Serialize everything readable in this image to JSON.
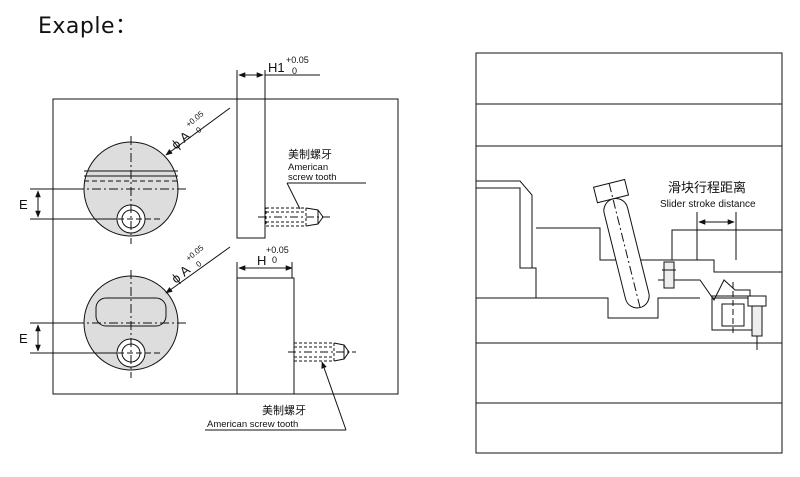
{
  "example_label": "Exaple：",
  "left_figure": {
    "h1_label": "H1",
    "h1_tol_upper": "+0.05",
    "h1_tol_lower": "0",
    "h_label": "H",
    "h_tol_upper": "+0.05",
    "h_tol_lower": "0",
    "phi_a_top": "ϕ A",
    "phi_a_top_tol_upper": "+0.05",
    "phi_a_top_tol_lower": "0",
    "phi_a_bottom": "ϕ A",
    "phi_a_bottom_tol_upper": "+0.05",
    "phi_a_bottom_tol_lower": "0",
    "e_top": "E",
    "e_bottom": "E",
    "callout_top_cn": "美制螺牙",
    "callout_top_en_line1": "American",
    "callout_top_en_line2": "screw tooth",
    "callout_bottom_cn": "美制螺牙",
    "callout_bottom_en": "American screw tooth"
  },
  "right_figure": {
    "stroke_label_cn": "滑块行程距离",
    "stroke_label_en": "Slider stroke distance"
  }
}
